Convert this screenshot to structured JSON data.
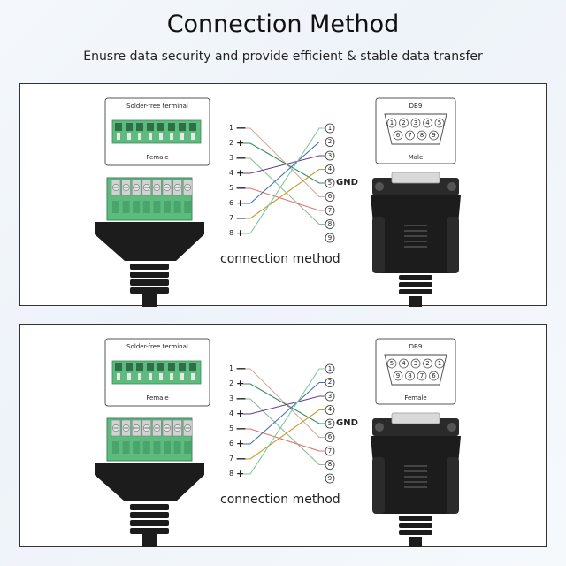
{
  "header": {
    "title": "Connection Method",
    "subtitle": "Enusre data security and provide efficient & stable data transfer"
  },
  "colors": {
    "terminal_green": "#5dbb7e",
    "connector_black": "#1c1c1c",
    "panel_border": "#333333"
  },
  "wire_colors": [
    "#d6a9a0",
    "#2e8b57",
    "#8fbc8f",
    "#6a3a8a",
    "#e07070",
    "#3a6fb5",
    "#c49a2a",
    "#7ec8a0"
  ],
  "panels": [
    {
      "terminal_box": {
        "title": "Solder-free terminal",
        "caption": "Female"
      },
      "connector_box": {
        "title": "DB9",
        "caption": "Male",
        "top_pins": [
          "1",
          "2",
          "3",
          "4",
          "5"
        ],
        "bottom_pins": [
          "6",
          "7",
          "8",
          "9"
        ]
      },
      "left_pins": [
        "1",
        "2",
        "3",
        "4",
        "5",
        "6",
        "7",
        "8"
      ],
      "left_signs": [
        "—",
        "+",
        "—",
        "+",
        "—",
        "+",
        "—",
        "+"
      ],
      "right_pins": [
        "1",
        "2",
        "3",
        "4",
        "5",
        "6",
        "7",
        "8",
        "9"
      ],
      "gnd_label": "GND",
      "method_label": "connection method",
      "wires": [
        [
          1,
          6
        ],
        [
          2,
          5
        ],
        [
          3,
          8
        ],
        [
          4,
          3
        ],
        [
          5,
          7
        ],
        [
          6,
          2
        ],
        [
          7,
          4
        ],
        [
          8,
          1
        ]
      ]
    },
    {
      "terminal_box": {
        "title": "Solder-free terminal",
        "caption": "Female"
      },
      "connector_box": {
        "title": "DB9",
        "caption": "Female",
        "top_pins": [
          "5",
          "4",
          "3",
          "2",
          "1"
        ],
        "bottom_pins": [
          "9",
          "8",
          "7",
          "6"
        ]
      },
      "left_pins": [
        "1",
        "2",
        "3",
        "4",
        "5",
        "6",
        "7",
        "8"
      ],
      "left_signs": [
        "—",
        "+",
        "—",
        "+",
        "—",
        "+",
        "—",
        "+"
      ],
      "right_pins": [
        "1",
        "2",
        "3",
        "4",
        "5",
        "6",
        "7",
        "8",
        "9"
      ],
      "gnd_label": "GND",
      "method_label": "connection method",
      "wires": [
        [
          1,
          6
        ],
        [
          2,
          5
        ],
        [
          3,
          8
        ],
        [
          4,
          3
        ],
        [
          5,
          7
        ],
        [
          6,
          2
        ],
        [
          7,
          4
        ],
        [
          8,
          1
        ]
      ]
    }
  ]
}
